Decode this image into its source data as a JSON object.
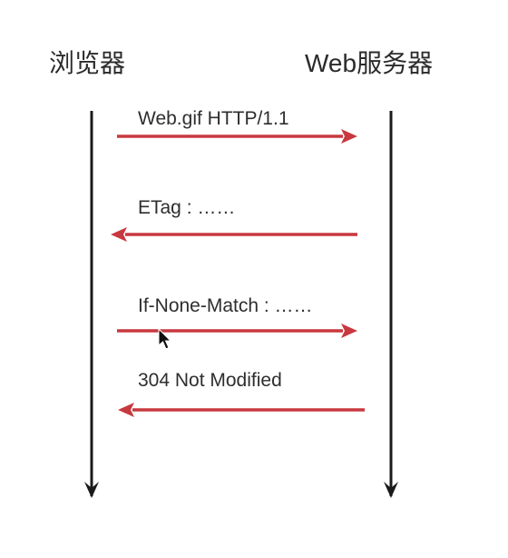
{
  "actors": {
    "left": "浏览器",
    "right": "Web服务器"
  },
  "messages": [
    {
      "label": "Web.gif HTTP/1.1",
      "direction": "right"
    },
    {
      "label": "ETag : ……",
      "direction": "left"
    },
    {
      "label": "If-None-Match : ……",
      "direction": "right"
    },
    {
      "label": "304 Not Modified",
      "direction": "left"
    }
  ],
  "colors": {
    "arrow": "#c8383f",
    "lifeline": "#1a1a1a",
    "text": "#2e2e2e"
  },
  "icons": {
    "cursor": "mouse-pointer-icon"
  }
}
